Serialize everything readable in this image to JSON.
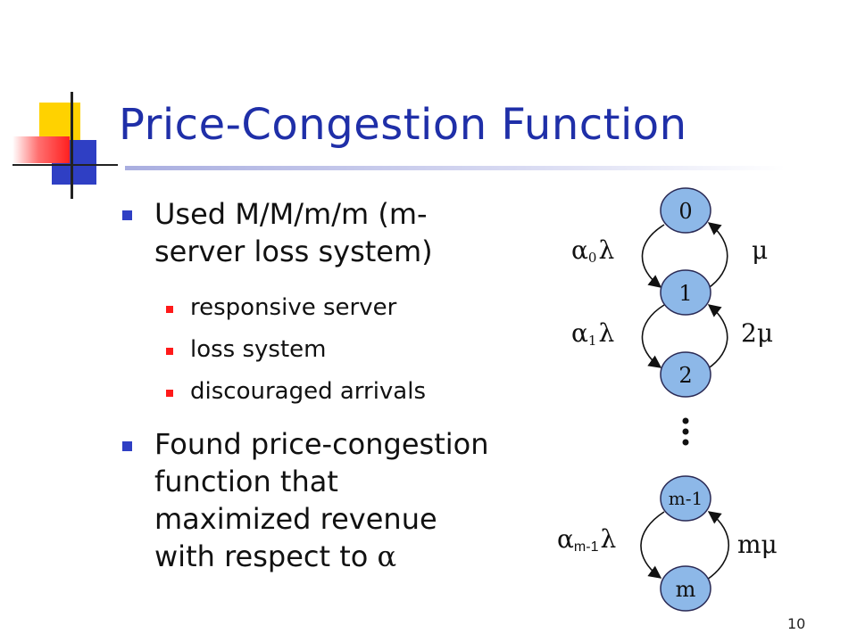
{
  "slide": {
    "title": "Price-Congestion Function",
    "page_number": "10"
  },
  "bullets": {
    "b1_line1": "Used M/M/m/m (m-",
    "b1_line2": "server loss system)",
    "sub1": "responsive server",
    "sub2": "loss system",
    "sub3": "discouraged arrivals",
    "b2_line1": "Found price-congestion",
    "b2_line2": "function that",
    "b2_line3": "maximized revenue",
    "b2_line4": "with respect to",
    "b2_alpha": "α"
  },
  "diagram": {
    "states": [
      "0",
      "1",
      "2",
      "m-1",
      "m"
    ],
    "arrival_labels": [
      {
        "alpha": "α",
        "sub": "0",
        "lambda": "λ"
      },
      {
        "alpha": "α",
        "sub": "1",
        "lambda": "λ"
      },
      {
        "alpha": "α",
        "sub": "m-1",
        "lambda": "λ"
      }
    ],
    "service_labels": [
      "μ",
      "2μ",
      "mμ"
    ],
    "ellipsis": "⋮",
    "colors": {
      "node_fill": "#8db8e8",
      "node_stroke": "#2a2a55"
    }
  },
  "colors": {
    "title": "#1f2fa8",
    "bullet_l1": "#2f3fc4",
    "bullet_l2": "#ff1a1a"
  }
}
